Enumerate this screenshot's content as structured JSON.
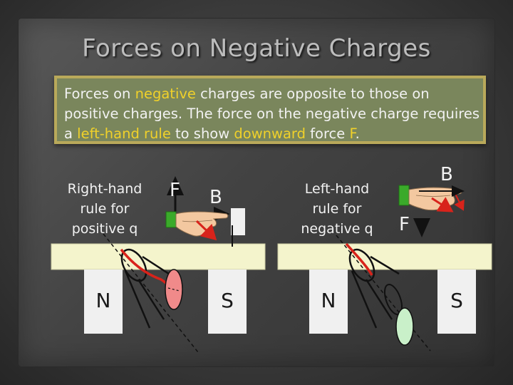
{
  "slide": {
    "title": "Forces on Negative Charges",
    "paragraph": {
      "t1": "Forces on ",
      "h1": "negative",
      "t2": " charges are opposite to those on positive charges. The force on the negative charge requires a ",
      "h2": "left-hand rule",
      "t3": " to show ",
      "h3": "downward",
      "t4": " force ",
      "h4": "F",
      "t5": "."
    },
    "left_panel": {
      "label": "Right-hand rule for positive q",
      "force_letter": "F",
      "field_letter": "B",
      "magnet_n": "N",
      "magnet_s": "S"
    },
    "right_panel": {
      "label": "Left-hand rule for negative q",
      "force_letter": "F",
      "field_letter": "B",
      "magnet_n": "N",
      "magnet_s": "S"
    },
    "colors": {
      "textbox_bg": "#7a865c",
      "textbox_border": "#b9a95a",
      "highlight": "#f0d12a",
      "field_band": "#f4f4cc",
      "magnet": "#f0f0f0",
      "positive_charge": "#f08a8a",
      "negative_charge": "#c9f0c9",
      "arrow_red": "#d8231b",
      "sleeve_green": "#3aaa2a",
      "hand": "#f3c8a0"
    },
    "icons": [
      "right-hand-icon",
      "left-hand-icon",
      "positive-charge-icon",
      "negative-charge-icon"
    ]
  }
}
